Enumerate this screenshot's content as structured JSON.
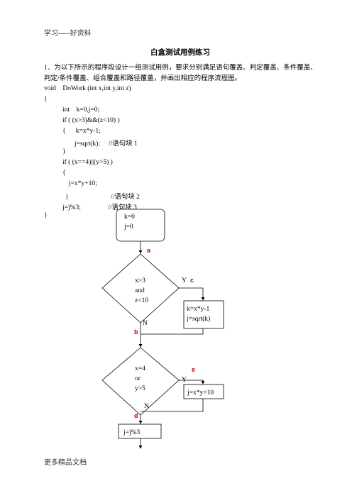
{
  "header": "学习-----好资料",
  "title": "白盒测试用例练习",
  "question": [
    "1．为以下所示的程序段设计一组测试用例，要求分别满足语句覆盖、判定覆盖、条件覆盖、",
    "判定/条件覆盖、组合覆盖和路径覆盖，并画出相应的程序流程图。"
  ],
  "code": [
    "void    DoWork (int x,int y,int z)",
    "{",
    "int    k=0,j=0;",
    "if ( (x>3)&&(z<10) )",
    "{      k=x*y-1;",
    "j=sqrt(k);     //语句块 1",
    "}",
    "if ( (x==4)||(y>5) )",
    "{",
    "j=x*y+10;",
    "}                         //语句块 2",
    "j=j%3;                //语句块 3",
    "}"
  ],
  "flowchart": {
    "start_lines": [
      "k=0",
      "j=0"
    ],
    "decision1_lines": [
      "x>3",
      "and",
      "z<10"
    ],
    "block1_lines": [
      "k=x*y-1",
      "j=sqrt(k)"
    ],
    "decision2_lines": [
      "x=4",
      "or",
      "y>5"
    ],
    "block2": "j=x*y+10",
    "block3": "j=j%3",
    "yes": "Y",
    "no": "N",
    "label_a": "a",
    "label_b": "b",
    "label_c": "c",
    "label_d": "d",
    "label_e": "e"
  },
  "footer": "更多精品文档",
  "colors": {
    "path_label": "#c00000"
  }
}
